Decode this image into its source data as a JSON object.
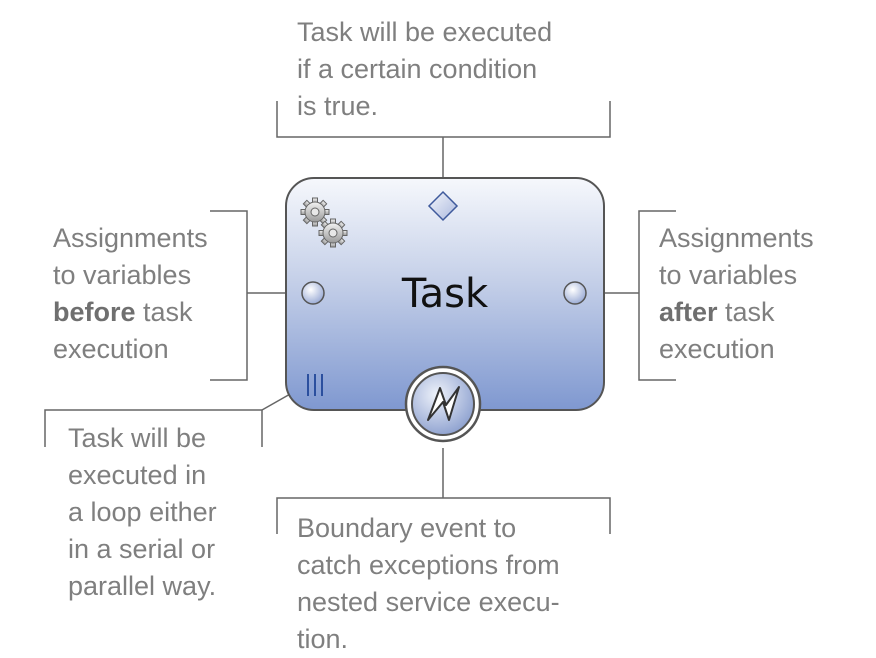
{
  "task": {
    "label": "Task"
  },
  "annotations": {
    "condition": "Task will be executed\nif a certain condition\nis true.",
    "before": {
      "line1": "Assignments",
      "line2": "to variables",
      "bold": "before",
      "rest": " task",
      "line4": "execution"
    },
    "after": {
      "line1": "Assignments",
      "line2": "to variables",
      "bold": "after",
      "rest": " task",
      "line4": "execution"
    },
    "loop": "Task will be\nexecuted in\na loop either\nin a serial or\nparallel way.",
    "boundary": "Boundary event to\ncatch exceptions from\nnested service execu-\ntion."
  },
  "icons": {
    "service": "gears-icon",
    "condition": "diamond-icon",
    "input_assignments": "circle-icon",
    "output_assignments": "circle-icon",
    "loop": "parallel-loop-icon",
    "boundary_event": "error-event-icon"
  },
  "colors": {
    "task_fill_top": "#f6f8fc",
    "task_fill_bottom": "#7f98d0",
    "task_border": "#555555",
    "connector": "#666666",
    "text": "#7f7f7f",
    "loop_marker": "#2b4f9e"
  }
}
